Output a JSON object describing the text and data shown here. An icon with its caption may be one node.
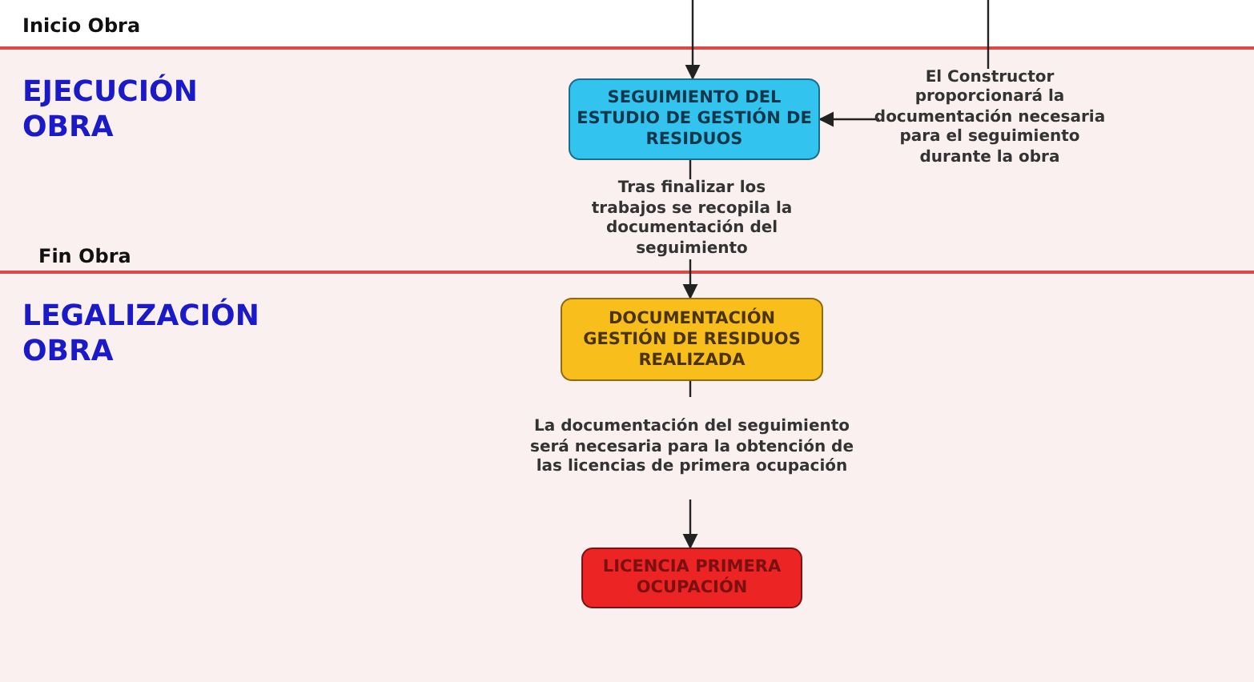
{
  "diagram": {
    "nodes": [
      {
        "text": [
          "SEGUIMIENTO DEL ESTUDIO DE GESTIÓN DE RESIDUOS"
        ]
      },
      {
        "text": [
          "El Constructor proporcionará la documentación necesaria para el seguimiento durante la obra"
        ]
      },
      {
        "text": [
          "Tras finalizar los trabajos se recopila la documentación del seguimiento"
        ]
      },
      {
        "text": [
          "DOCUMENTACIÓN GESTIÓN DE RESIDUOS REALIZADA"
        ]
      },
      {
        "text": [
          "La documentación del seguimiento será necesaria para la obtención de las licencias de primera ocupación"
        ]
      },
      {
        "text": [
          "LICENCIA PRIMERA OCUPACIÓN"
        ]
      }
    ],
    "edges": [
      {
        "from": null,
        "to": 0,
        "arrow": "to"
      },
      {
        "from": null,
        "to": 1,
        "arrow": "none"
      },
      {
        "from": 1,
        "to": 0,
        "arrow": "to"
      },
      {
        "from": 0,
        "to": 2,
        "arrow": "none"
      },
      {
        "from": 2,
        "to": 3,
        "arrow": "to"
      },
      {
        "from": 3,
        "to": 4,
        "arrow": "none"
      },
      {
        "from": 4,
        "to": 5,
        "arrow": "to"
      }
    ],
    "labels": [
      "Inicio Obra",
      "EJECUCIÓN OBRA",
      "Fin Obra",
      "LEGALIZACIÓN OBRA"
    ]
  }
}
